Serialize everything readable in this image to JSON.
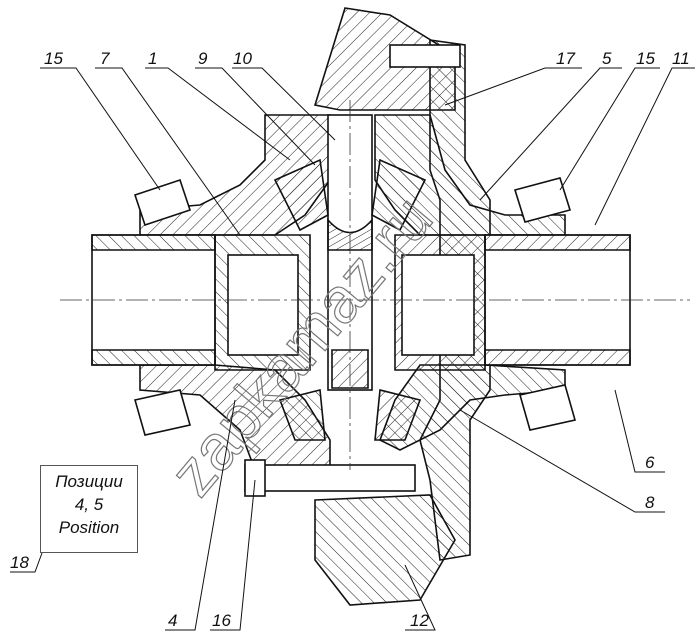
{
  "diagram": {
    "callouts": [
      "15",
      "7",
      "1",
      "9",
      "10",
      "17",
      "5",
      "15",
      "11",
      "6",
      "8",
      "4",
      "16",
      "12",
      "18"
    ],
    "note": {
      "line1": "Позиции",
      "line2": "4, 5",
      "line3": "Position"
    },
    "watermark": "zapkamaz.ru"
  }
}
